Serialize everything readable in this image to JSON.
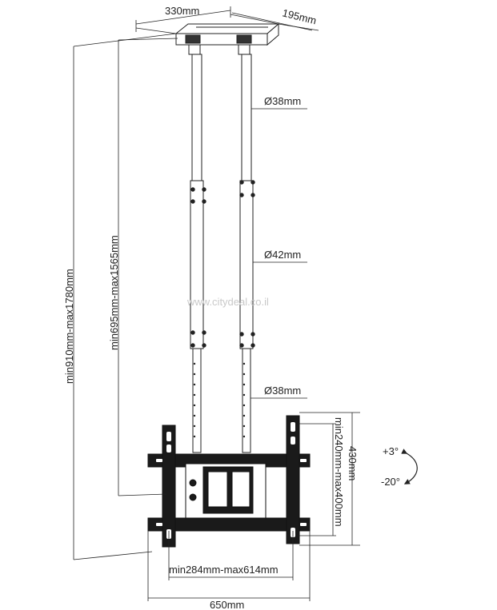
{
  "dimensions": {
    "base_width": "330mm",
    "base_depth": "195mm",
    "pole_top_diameter": "Ø38mm",
    "pole_mid_diameter": "Ø42mm",
    "pole_low_diameter": "Ø38mm",
    "overall_height": "min910mm-max1780mm",
    "pole_height": "min695mm-max1565mm",
    "bracket_height": "430mm",
    "vesa_vertical": "min240mm-max400mm",
    "vesa_horizontal": "min284mm-max614mm",
    "bracket_width": "650mm"
  },
  "tilt": {
    "up": "+3°",
    "down": "-20°"
  },
  "watermark": "www.citydeal.co.il",
  "colors": {
    "line": "#222222",
    "frame": "#1a1a1a",
    "watermark": "#c9c9c9"
  }
}
